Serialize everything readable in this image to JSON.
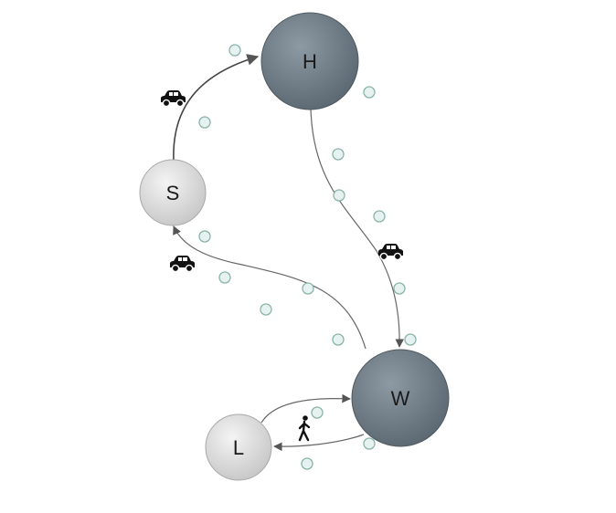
{
  "nodes": [
    {
      "id": "H",
      "label": "H",
      "kind": "large"
    },
    {
      "id": "S",
      "label": "S",
      "kind": "small"
    },
    {
      "id": "W",
      "label": "W",
      "kind": "large"
    },
    {
      "id": "L",
      "label": "L",
      "kind": "small"
    }
  ],
  "edges": [
    {
      "from": "S",
      "to": "H",
      "mode": "car-icon"
    },
    {
      "from": "H",
      "to": "W",
      "mode": "car-icon"
    },
    {
      "from": "W",
      "to": "S",
      "mode": "car-icon"
    },
    {
      "from": "L",
      "to": "W",
      "mode": "walking-person-icon"
    },
    {
      "from": "W",
      "to": "L",
      "mode": "walking-person-icon"
    }
  ],
  "colors": {
    "large_node": "#6f7c86",
    "small_node": "#d9d9d9",
    "edge": "#666666",
    "dot_fill": "#e6f2ef",
    "dot_stroke": "#8ab3aa"
  }
}
